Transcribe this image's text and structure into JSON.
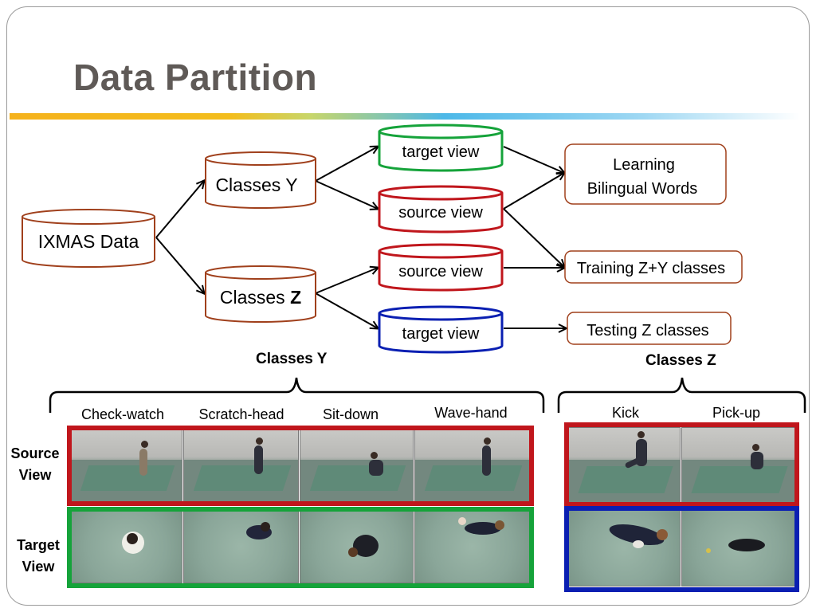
{
  "slide": {
    "title": "Data Partition"
  },
  "diagram": {
    "source": "IXMAS Data",
    "classes_y": {
      "prefix": "Classes Y",
      "suffix": ""
    },
    "classes_z": {
      "prefix": "Classes ",
      "suffix": "Z"
    },
    "views": {
      "y_target": "target view",
      "y_source": "source view",
      "z_source": "source view",
      "z_target": "target view"
    },
    "outputs": {
      "learning_line1": "Learning",
      "learning_line2": "Bilingual Words",
      "training": "Training Z+Y classes",
      "testing": "Testing Z classes"
    },
    "colors": {
      "brown": "#a0401c",
      "green": "#15a33a",
      "red": "#c0161c",
      "blue": "#0a1fb2"
    }
  },
  "gallery": {
    "group_y": {
      "label": "Classes Y",
      "columns": [
        "Check-watch",
        "Scratch-head",
        "Sit-down",
        "Wave-hand"
      ]
    },
    "group_z": {
      "label": "Classes Z",
      "columns": [
        "Kick",
        "Pick-up"
      ]
    },
    "rows": {
      "source_line1": "Source",
      "source_line2": "View",
      "target_line1": "Target",
      "target_line2": "View"
    },
    "border_colors": {
      "source_y": "#c0161c",
      "target_y": "#15a33a",
      "source_z": "#c0161c",
      "target_z": "#0a1fb2"
    }
  }
}
